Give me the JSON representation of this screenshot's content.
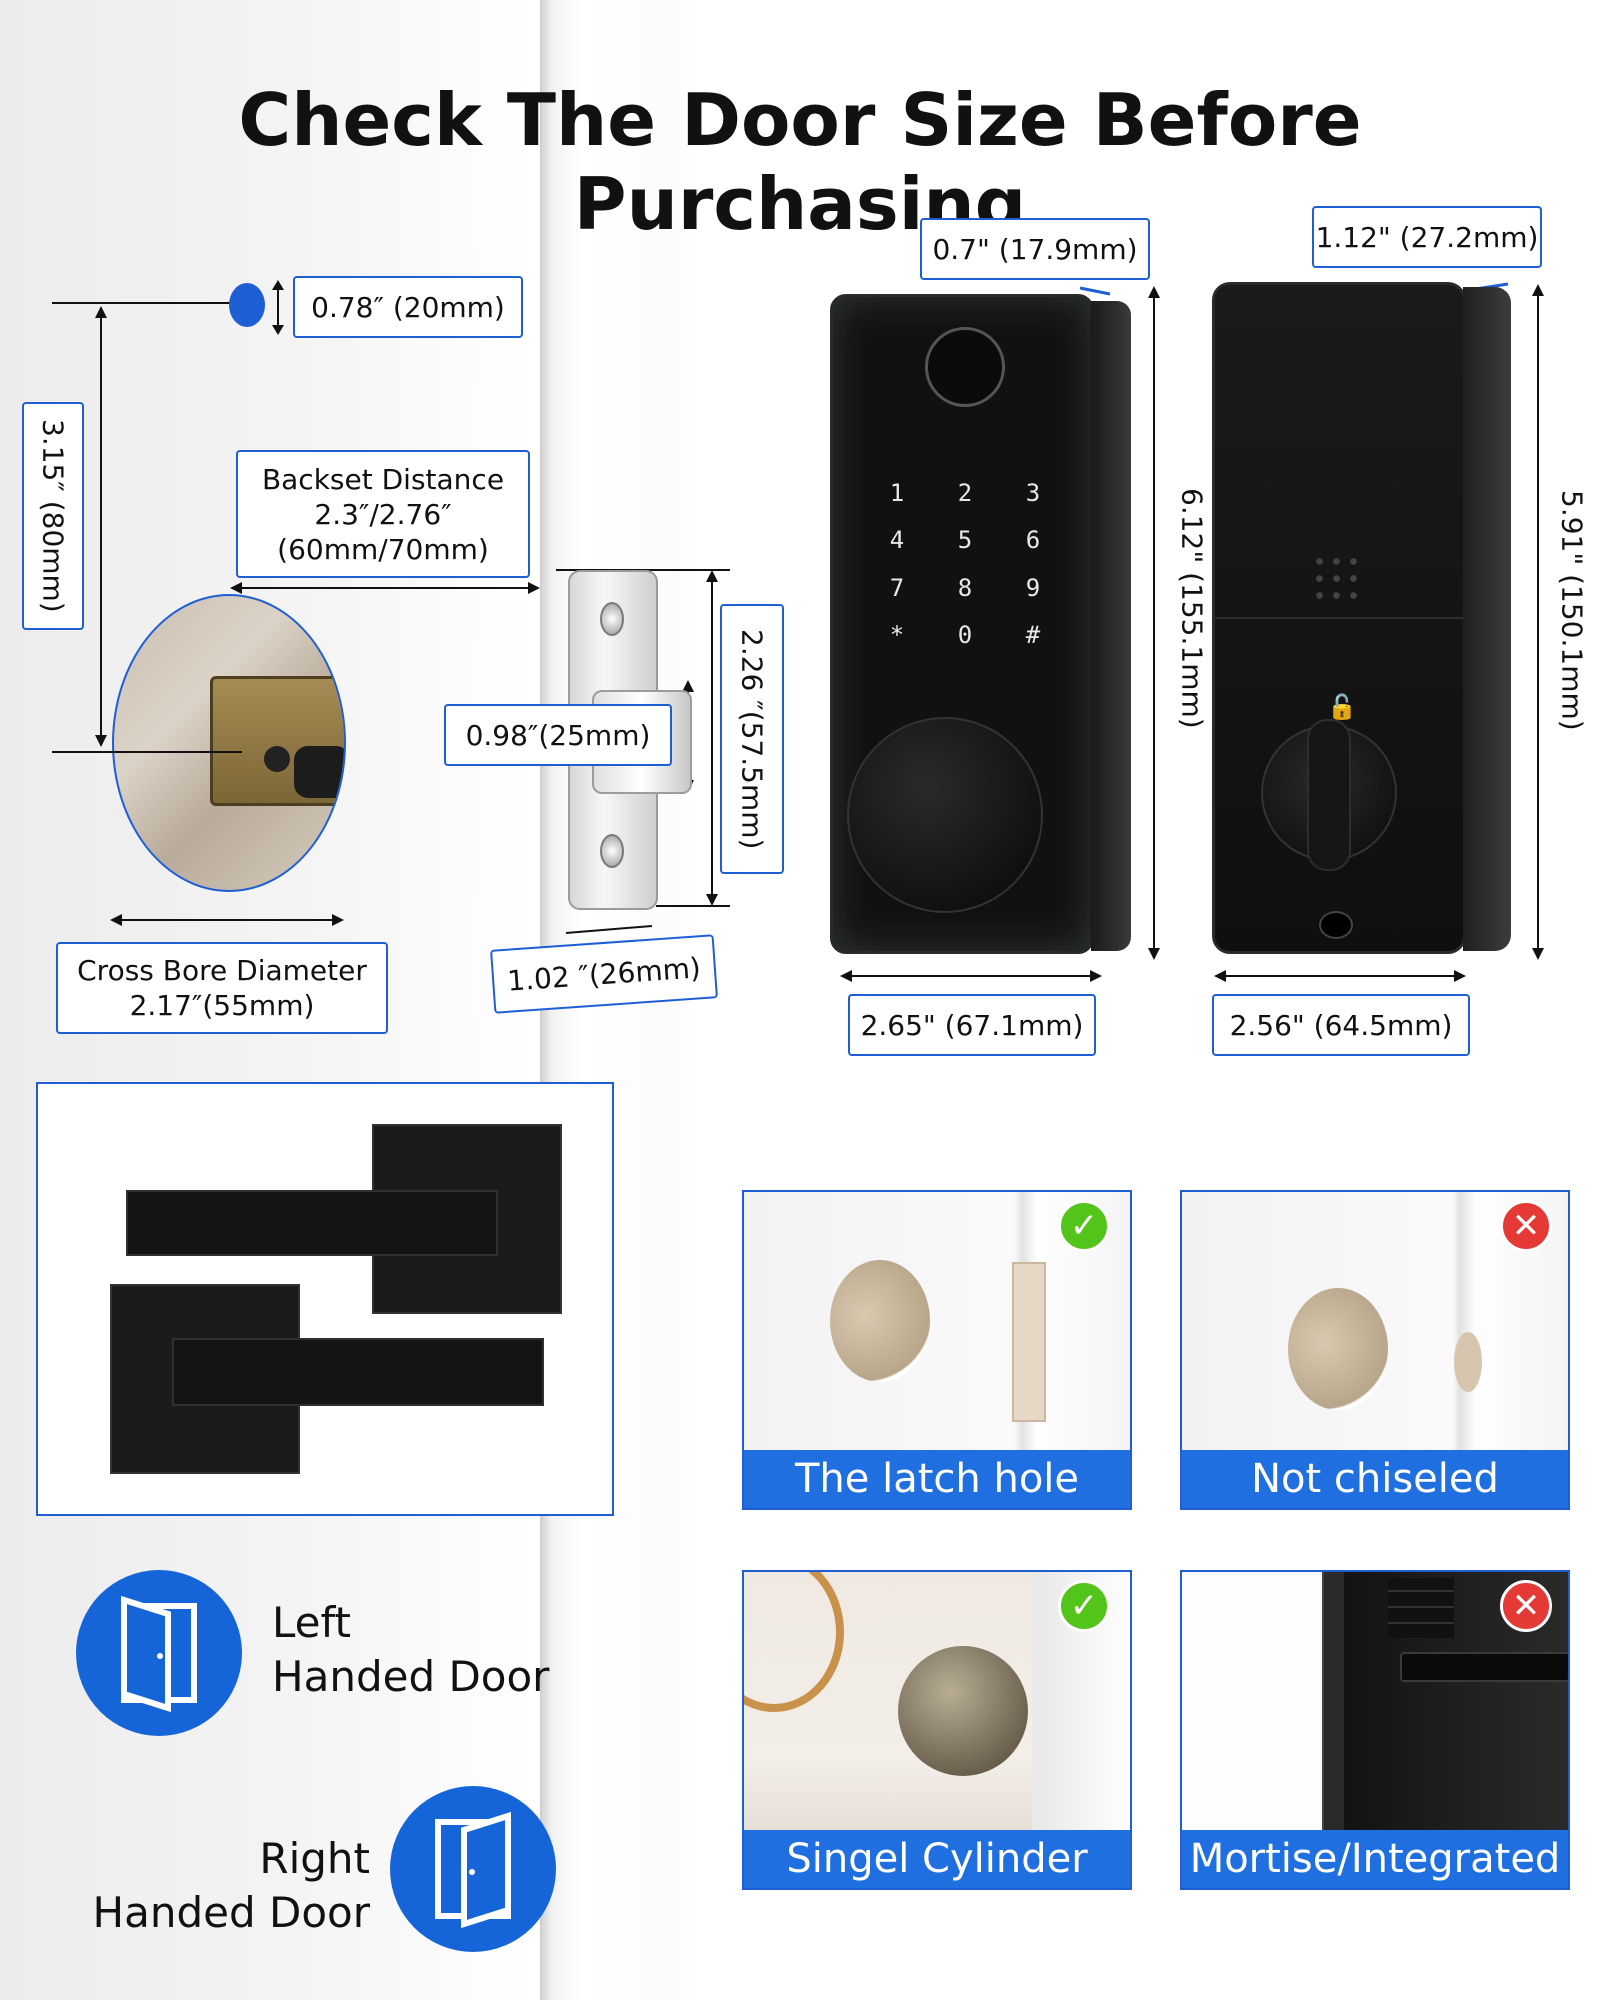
{
  "title": "Check The Door Size Before Purchasing",
  "dimensions": {
    "bolt_throw": "0.78″ (20mm)",
    "vertical_3_15": "3.15″ (80mm)",
    "backset": "Backset Distance\n2.3″/2.76″\n(60mm/70mm)",
    "latch_bolt": "0.98″(25mm)",
    "latch_height": "2.26 ″(57.5mm)",
    "latch_width": "1.02 ″(26mm)",
    "cross_bore": "Cross Bore Diameter\n2.17″(55mm)",
    "front_depth": "0.7\" (17.9mm)",
    "front_height": "6.12\" (155.1mm)",
    "front_width": "2.65\" (67.1mm)",
    "back_depth": "1.12\" (27.2mm)",
    "back_height": "5.91\" (150.1mm)",
    "back_width": "2.56\" (64.5mm)"
  },
  "keypad": {
    "keys": [
      "1",
      "2",
      "3",
      "4",
      "5",
      "6",
      "7",
      "8",
      "9",
      "*",
      "0",
      "#"
    ]
  },
  "compatibility": [
    {
      "caption": "The latch hole",
      "status": "ok"
    },
    {
      "caption": "Not chiseled",
      "status": "no"
    },
    {
      "caption": "Singel Cylinder",
      "status": "ok"
    },
    {
      "caption": "Mortise/Integrated",
      "status": "no"
    }
  ],
  "doors": {
    "left": "Left\nHanded Door",
    "right": "Right\nHanded Door"
  },
  "colors": {
    "accent": "#1f6fe0",
    "ok": "#52c41a",
    "no": "#e53935",
    "lock_body": "#151515"
  }
}
